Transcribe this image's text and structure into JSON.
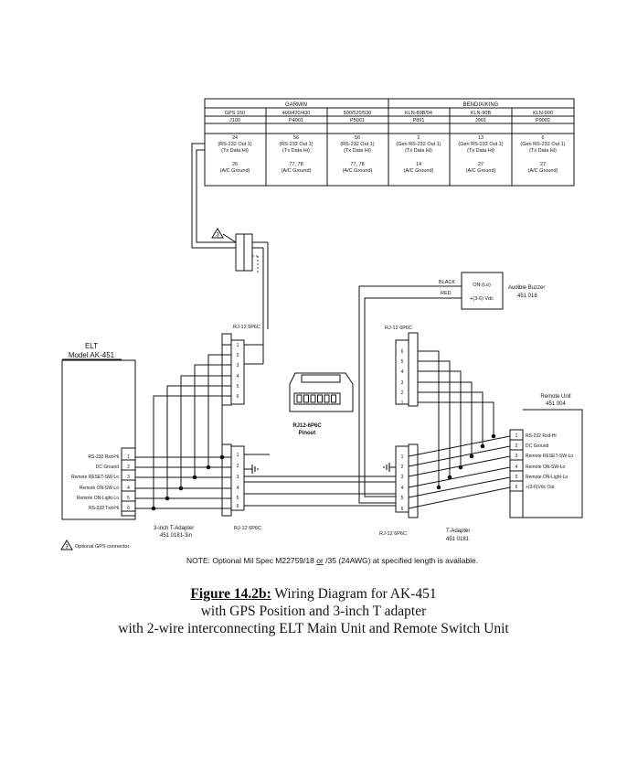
{
  "table": {
    "groups": [
      {
        "name": "GARMIN"
      },
      {
        "name": "BENDIX/KING"
      }
    ],
    "columns": [
      {
        "model": "GPS 150",
        "connector": "J100",
        "tx_pin": "24",
        "tx_desc1": "(RS-232 Out 1)",
        "tx_desc2": "(Tx Data Hi)",
        "gnd_pin": "26",
        "gnd_desc": "(A/C Ground)"
      },
      {
        "model": "400/420/430",
        "connector": "P4001",
        "tx_pin": "56",
        "tx_desc1": "(RS-232 Out 1)",
        "tx_desc2": "(Tx Data Hi)",
        "gnd_pin": "77, 78",
        "gnd_desc": "(A/C Ground)"
      },
      {
        "model": "500/520/530",
        "connector": "P5001",
        "tx_pin": "56",
        "tx_desc1": "(RS-232 Out 1)",
        "tx_desc2": "(Tx Data Hi)",
        "gnd_pin": "77, 78",
        "gnd_desc": "(A/C Ground)"
      },
      {
        "model": "KLN-89B/94",
        "connector": "P891",
        "tx_pin": "2",
        "tx_desc1": "(Gen RS-232 Out 1)",
        "tx_desc2": "(Tx Data Hi)",
        "gnd_pin": "14",
        "gnd_desc": "(A/C Ground)"
      },
      {
        "model": "KLN-90B",
        "connector": "J901",
        "tx_pin": "13",
        "tx_desc1": "(Gen RS-232 Out 1)",
        "tx_desc2": "(Tx Data Hi)",
        "gnd_pin": "27",
        "gnd_desc": "(A/C Ground)"
      },
      {
        "model": "KLN-900",
        "connector": "P9002",
        "tx_pin": "6",
        "tx_desc1": "(Gen RS-232 Out 1)",
        "tx_desc2": "(Tx Data Hi)",
        "gnd_pin": "27",
        "gnd_desc": "(A/C Ground)"
      }
    ]
  },
  "elt": {
    "title": "ELT",
    "model": "Model AK-451"
  },
  "elt_pins": [
    {
      "label": "RS-232 Rxd-Hi",
      "num": "1"
    },
    {
      "label": "DC Ground",
      "num": "2"
    },
    {
      "label": "Remote RESET-SW-Lo",
      "num": "3"
    },
    {
      "label": "Remote ON-SW-Lo",
      "num": "4"
    },
    {
      "label": "Remote ON-Light-Lo",
      "num": "5"
    },
    {
      "label": "RS-232 Txd-Hi",
      "num": "6"
    }
  ],
  "remote": {
    "title": "Remote Unit",
    "part": "451 004"
  },
  "remote_pins": [
    {
      "label": "RS-232 Rxd-Hi",
      "num": "1"
    },
    {
      "label": "DC Ground",
      "num": "2"
    },
    {
      "label": "Remote RESET-SW-Lo",
      "num": "3"
    },
    {
      "label": "Remote ON-SW-Lo",
      "num": "4"
    },
    {
      "label": "Remote ON-Light-Lo",
      "num": "5"
    },
    {
      "label": "+(3-6)Vdc Out",
      "num": "6"
    }
  ],
  "pin_numbers": [
    "1",
    "2",
    "3",
    "4",
    "5",
    "6"
  ],
  "pin_numbers_rev": [
    "6",
    "5",
    "4",
    "3",
    "2",
    "1"
  ],
  "labels": {
    "rj12_left_top": "RJ-12 6P6C",
    "rj12_right_top": "RJ-12 6P6C",
    "rj12_left_bottom": "RJ-12 6P6C",
    "rj12_right_bottom": "RJ-12 6P6C",
    "pinout_title": "RJ12-6P6C",
    "pinout_sub": "Pinout",
    "t_adapter_left_1": "3-inch T-Adapter",
    "t_adapter_left_2": "451 0181-3in",
    "t_adapter_right_1": "T-Adapter",
    "t_adapter_right_2": "451 0181",
    "buzzer_on": "ON (Lo)",
    "buzzer_vdc": "+(3-6) Vdc",
    "buzzer_name": "Audible Buzzer",
    "buzzer_part": "451 018",
    "wire_black": "BLACK",
    "wire_red": "RED",
    "optional_gps": "Optional GPS connector.",
    "note3": "3"
  },
  "note": {
    "prefix": "NOTE: Optional Mil Spec M22759/18 ",
    "or": "or",
    "suffix": " /35 (24AWG) at specified length is available."
  },
  "caption": {
    "fig": "Figure 14.2b:",
    "line1": " Wiring Diagram for AK-451",
    "line2": "with GPS Position and 3-inch T adapter",
    "line3": "with 2-wire interconnecting ELT Main Unit and Remote Switch Unit"
  }
}
